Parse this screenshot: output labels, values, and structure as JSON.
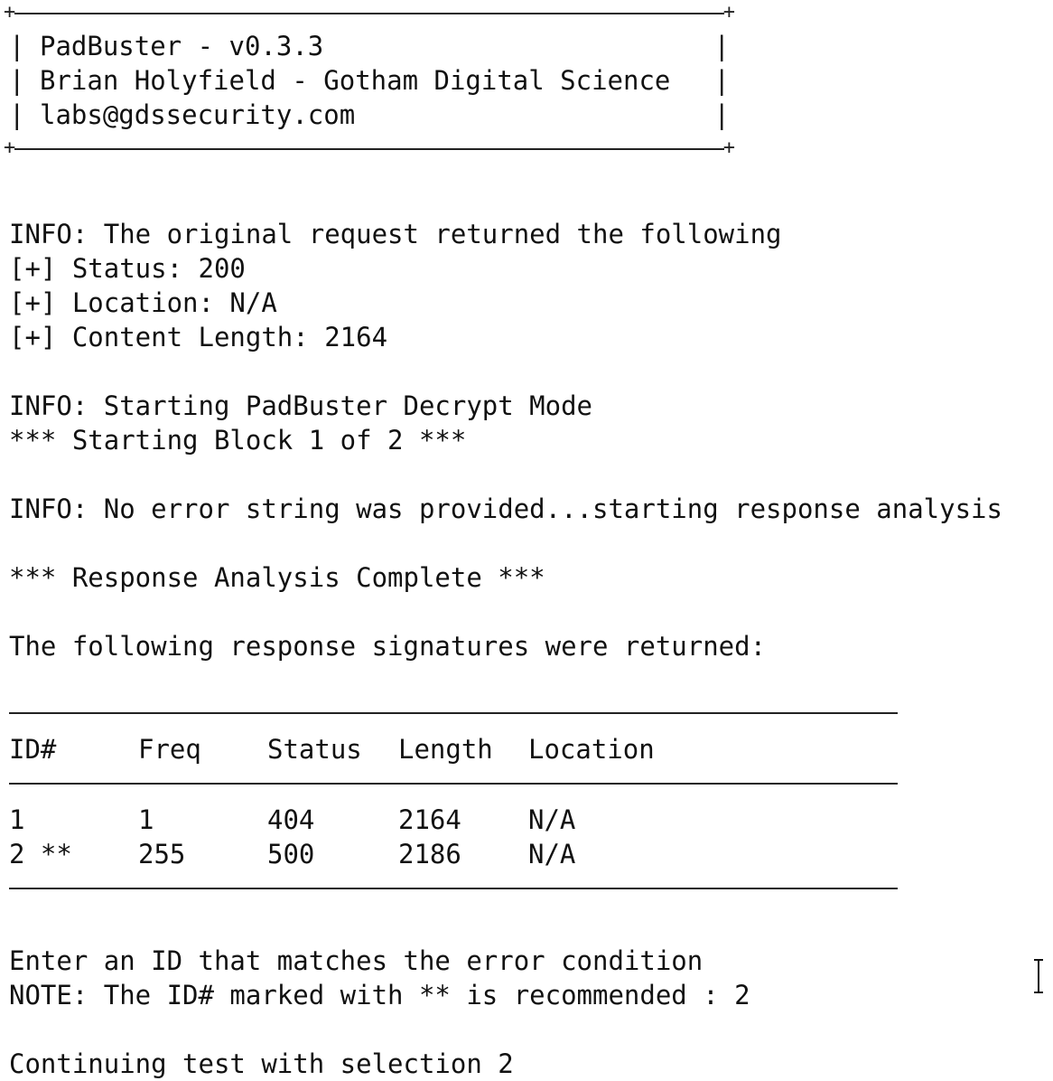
{
  "banner": {
    "line1": "PadBuster - v0.3.3",
    "line2": "Brian Holyfield - Gotham Digital Science",
    "line3": "labs@gdssecurity.com",
    "bar": "|"
  },
  "info_original": "INFO: The original request returned the following",
  "status_line": "[+] Status: 200",
  "location_line": "[+] Location: N/A",
  "content_length_line": "[+] Content Length: 2164",
  "info_start": "INFO: Starting PadBuster Decrypt Mode",
  "block_start": "*** Starting Block 1 of 2 ***",
  "info_no_error": "INFO: No error string was provided...starting response analysis",
  "analysis_complete": "*** Response Analysis Complete ***",
  "signatures_intro": "The following response signatures were returned:",
  "table": {
    "headers": [
      "ID#",
      "Freq",
      "Status",
      "Length",
      "Location"
    ],
    "rows": [
      [
        "1",
        "1",
        "404",
        "2164",
        "N/A"
      ],
      [
        "2 **",
        "255",
        "500",
        "2186",
        "N/A"
      ]
    ]
  },
  "prompt_line": "Enter an ID that matches the error condition",
  "note_line": "NOTE: The ID# marked with ** is recommended : 2",
  "continuing_line": "Continuing test with selection 2",
  "icons": {
    "cursor": "text-cursor-icon"
  }
}
